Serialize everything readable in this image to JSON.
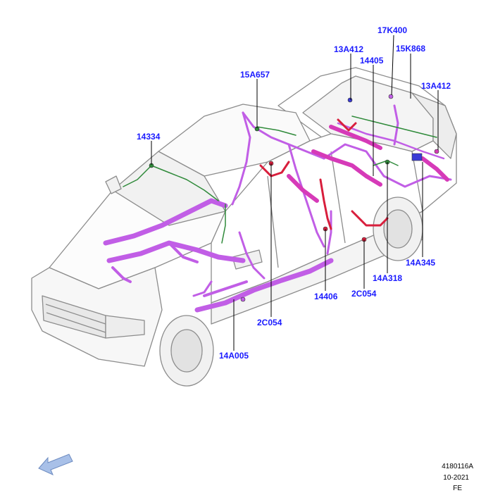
{
  "labels": {
    "l_17K400": "17K400",
    "l_13A412_top": "13A412",
    "l_15K868": "15K868",
    "l_14405": "14405",
    "l_13A412_right": "13A412",
    "l_15A657": "15A657",
    "l_14334": "14334",
    "l_14A345": "14A345",
    "l_14A318": "14A318",
    "l_14406": "14406",
    "l_2C054_right": "2C054",
    "l_2C054_left": "2C054",
    "l_14A005": "14A005"
  },
  "footer": {
    "ref": "4180116A",
    "date": "10-2021",
    "code": "FE"
  },
  "colors": {
    "callout_text": "#1a1aff",
    "harness_main": "#c15ee6",
    "harness_red": "#d81e3c",
    "harness_magenta": "#d63ab8",
    "harness_green": "#2f8a3a",
    "body_outline": "#8c8c8c",
    "arrow_fill": "#a8c0e8"
  },
  "icons": {
    "orientation_arrow": "front-direction-arrow-icon"
  }
}
